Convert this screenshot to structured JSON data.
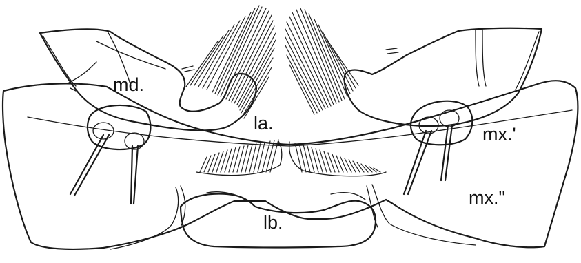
{
  "labels": {
    "mandible": "md.",
    "labrum": "la.",
    "first_maxilla": "mx.'",
    "second_maxilla": "mx.\"",
    "labium": "lb."
  }
}
